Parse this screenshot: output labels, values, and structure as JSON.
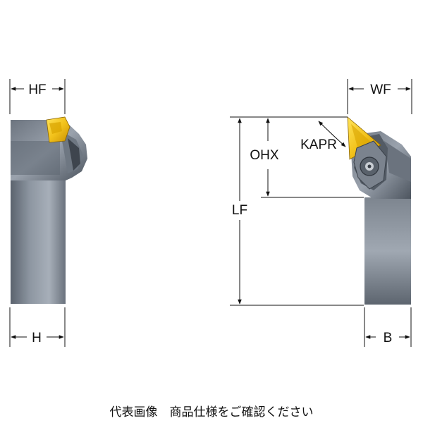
{
  "labels": {
    "hf": "HF",
    "h": "H",
    "wf": "WF",
    "b": "B",
    "ohx": "OHX",
    "kapr": "KAPR",
    "lf": "LF"
  },
  "caption": "代表画像　商品仕様をご確認ください",
  "colors": {
    "shank_light": "#9aa2ad",
    "shank_dark": "#4a525c",
    "insert_yellow": "#f2c21b",
    "line": "#111111"
  }
}
